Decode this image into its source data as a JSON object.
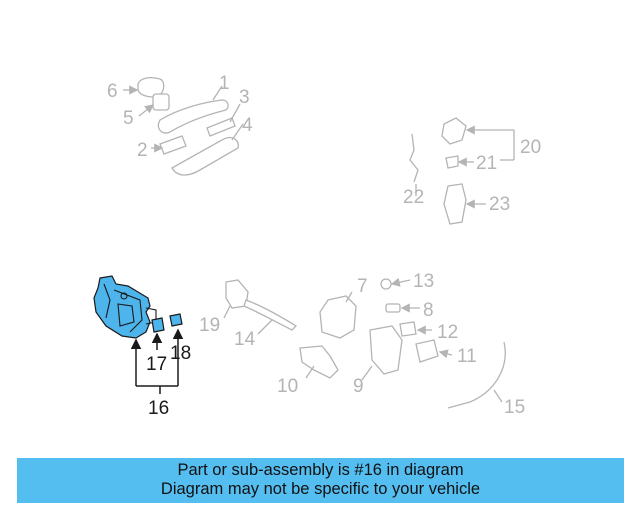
{
  "callouts": {
    "c1": "1",
    "c2": "2",
    "c3": "3",
    "c4": "4",
    "c5": "5",
    "c6": "6",
    "c7": "7",
    "c8": "8",
    "c9": "9",
    "c10": "10",
    "c11": "11",
    "c12": "12",
    "c13": "13",
    "c14": "14",
    "c15": "15",
    "c16": "16",
    "c17": "17",
    "c18": "18",
    "c19": "19",
    "c20": "20",
    "c21": "21",
    "c22": "22",
    "c23": "23"
  },
  "highlighted_part": "16",
  "colors": {
    "highlight": "#4db4ec",
    "banner": "#55bef1",
    "parts": "#b4b4b4"
  },
  "banner": {
    "line1": "Part or sub-assembly is #16 in diagram",
    "line2": "Diagram may not be specific to your vehicle"
  }
}
